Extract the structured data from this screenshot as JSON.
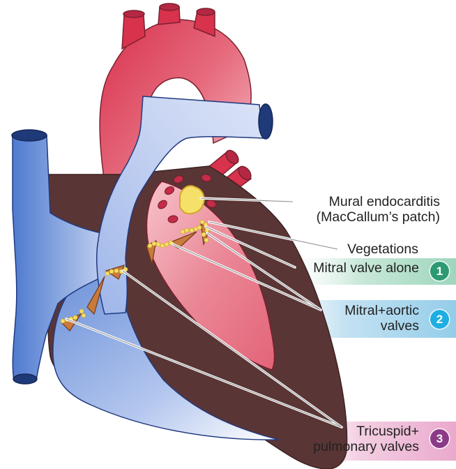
{
  "labels": {
    "mural_line1": "Mural endocarditis",
    "mural_line2": "(MacCallum’s patch)",
    "vegetations": "Vegetations",
    "mitral_alone": "Mitral valve alone",
    "mitral_aortic_line1": "Mitral+aortic",
    "mitral_aortic_line2": "valves",
    "tricuspid_line1": "Tricuspid+",
    "tricuspid_line2": "pulmonary valves"
  },
  "badges": [
    "1",
    "2",
    "3"
  ],
  "colors": {
    "band_1": "#c9e8d9",
    "band_2": "#c4e2f2",
    "band_3": "#f3cfe3",
    "badge_1": "#2c9a72",
    "badge_2": "#1eaee2",
    "badge_3": "#8b3a87",
    "myocardium": "#5a3535",
    "arterial": "#d63a55",
    "venous": "#6a8fd8",
    "vegetation": "#f5e06a"
  }
}
